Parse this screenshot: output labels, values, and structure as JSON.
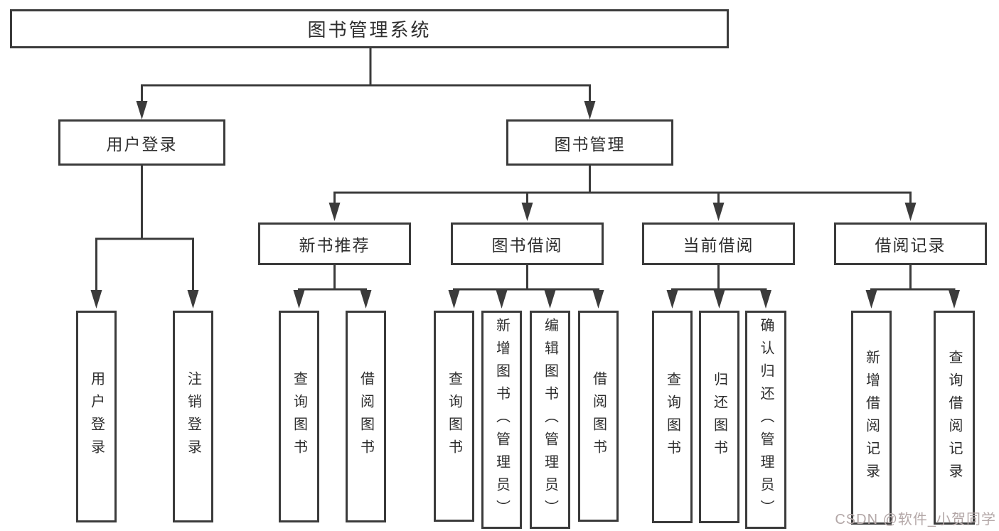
{
  "root": {
    "label": "图书管理系统"
  },
  "branches": {
    "user_login": {
      "label": "用户登录",
      "children": [
        {
          "label": "用户登录"
        },
        {
          "label": "注销登录"
        }
      ]
    },
    "book_manage": {
      "label": "图书管理",
      "sections": [
        {
          "label": "新书推荐",
          "children": [
            {
              "label": "查询图书"
            },
            {
              "label": "借阅图书"
            }
          ]
        },
        {
          "label": "图书借阅",
          "children": [
            {
              "label": "查询图书"
            },
            {
              "label": "新增图书（管理员）"
            },
            {
              "label": "编辑图书（管理员）"
            },
            {
              "label": "借阅图书"
            }
          ]
        },
        {
          "label": "当前借阅",
          "children": [
            {
              "label": "查询图书"
            },
            {
              "label": "归还图书"
            },
            {
              "label": "确认归还（管理员）"
            }
          ]
        },
        {
          "label": "借阅记录",
          "children": [
            {
              "label": "新增借阅记录"
            },
            {
              "label": "查询借阅记录"
            }
          ]
        }
      ]
    }
  },
  "watermark": {
    "text": "CSDN @软件_小贺同学"
  },
  "colors": {
    "line": "#3b3b3b",
    "text": "#2e2e2e",
    "watermark": "#b3a7a7",
    "background": "#ffffff"
  }
}
